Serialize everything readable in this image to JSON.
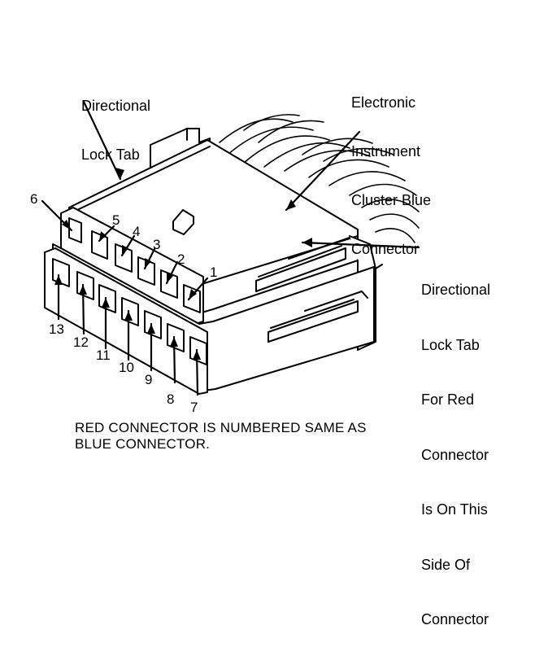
{
  "labels": {
    "directional_lock_tab": [
      "Directional",
      "Lock Tab"
    ],
    "blue_connector": [
      "Electronic",
      "Instrument",
      "Cluster Blue",
      "Connector"
    ],
    "red_lock_tab": [
      "Directional",
      "Lock Tab",
      "For Red",
      "Connector",
      "Is On This",
      "Side Of",
      "Connector"
    ]
  },
  "pins": {
    "top_row": [
      "6",
      "5",
      "4",
      "3",
      "2",
      "1"
    ],
    "bottom_row": [
      "13",
      "12",
      "11",
      "10",
      "9",
      "8",
      "7"
    ]
  },
  "note": [
    "RED CONNECTOR IS NUMBERED SAME AS",
    "BLUE CONNECTOR."
  ]
}
